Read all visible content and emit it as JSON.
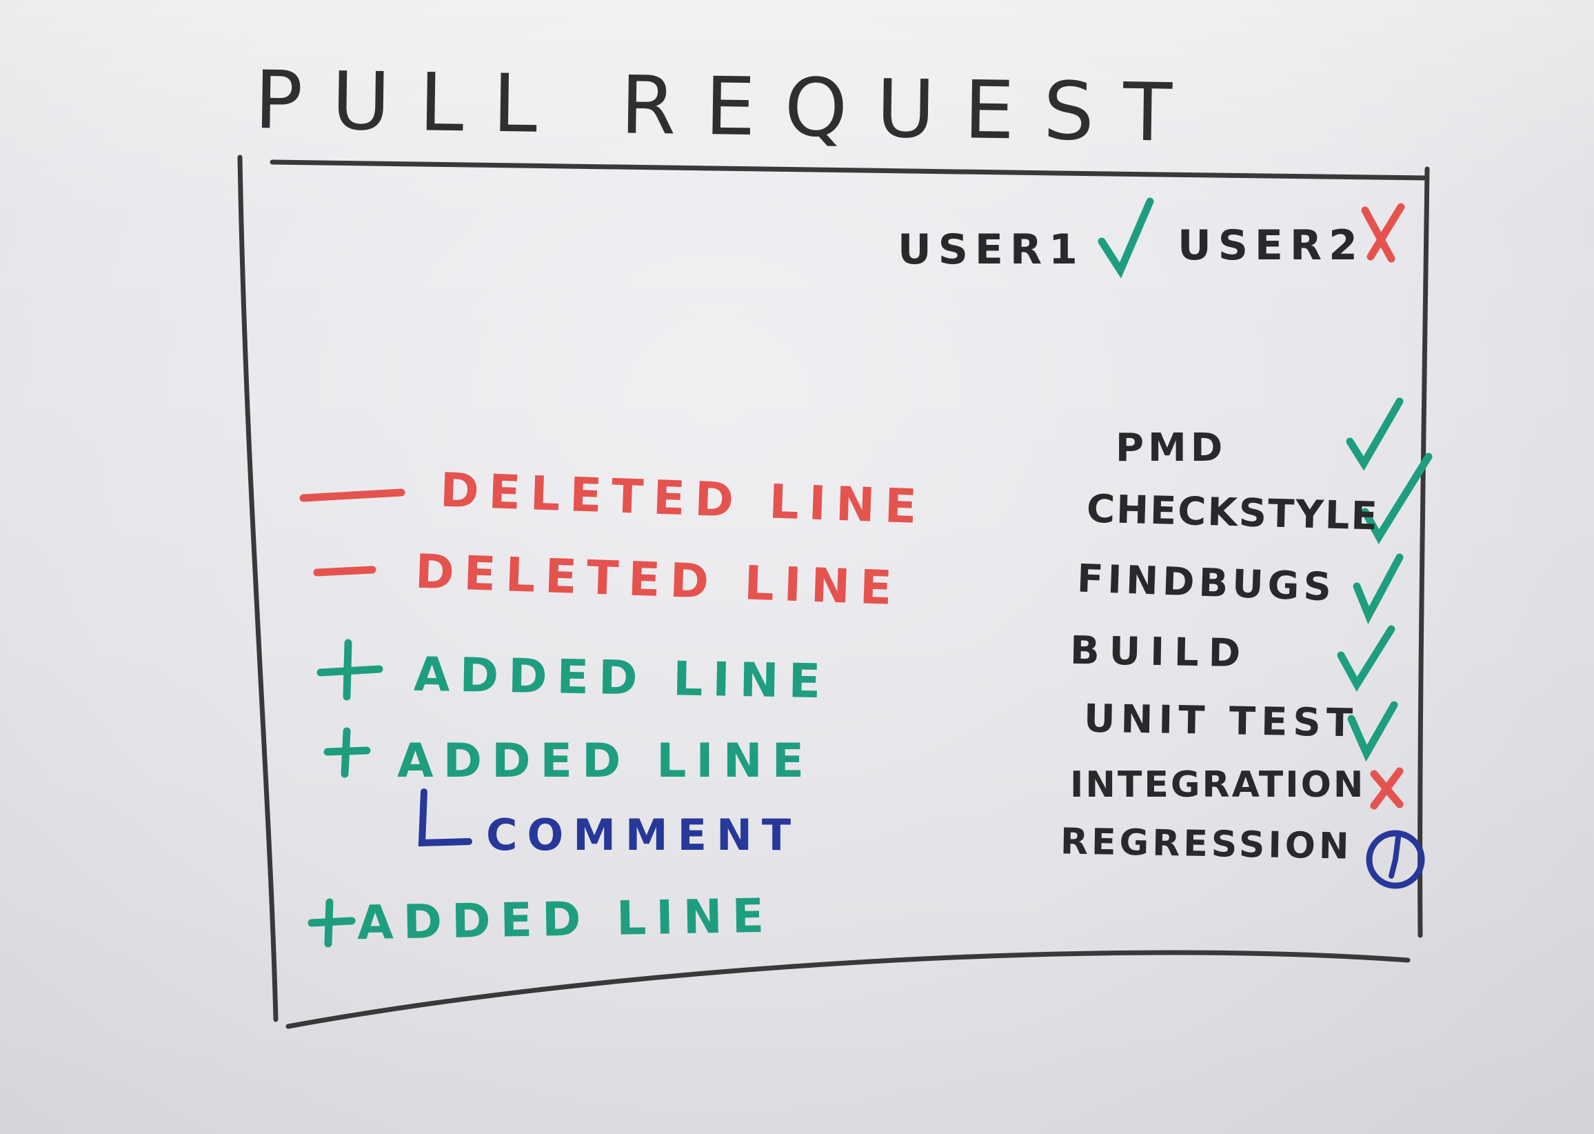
{
  "title": "PULL REQUEST",
  "reviewers": [
    {
      "name": "USER1",
      "status": "approved",
      "mark": "✓"
    },
    {
      "name": "USER2",
      "status": "rejected",
      "mark": "✗"
    }
  ],
  "diff_lines": [
    {
      "type": "deleted",
      "text": "DELETED LINE"
    },
    {
      "type": "deleted",
      "text": "DELETED LINE"
    },
    {
      "type": "added",
      "text": "ADDED LINE"
    },
    {
      "type": "added",
      "text": "ADDED LINE"
    },
    {
      "type": "comment",
      "text": "COMMENT"
    },
    {
      "type": "added",
      "text": "ADDED LINE"
    }
  ],
  "checks": [
    {
      "name": "PMD",
      "status": "passed"
    },
    {
      "name": "CHECKSTYLE",
      "status": "passed"
    },
    {
      "name": "FINDBUGS",
      "status": "passed"
    },
    {
      "name": "BUILD",
      "status": "passed"
    },
    {
      "name": "UNIT TEST",
      "status": "passed"
    },
    {
      "name": "INTEGRATION",
      "status": "failed"
    },
    {
      "name": "REGRESSION",
      "status": "pending"
    }
  ],
  "colors": {
    "frame": "#3a3839",
    "deleted": "#e5534f",
    "added": "#1e9e7f",
    "comment": "#27389a",
    "text": "#29282a",
    "pass": "#1e9e7f",
    "fail": "#e5534f",
    "pending": "#27389a"
  },
  "icons": {
    "passed": "check-icon",
    "failed": "cross-icon",
    "pending": "clock-icon"
  }
}
